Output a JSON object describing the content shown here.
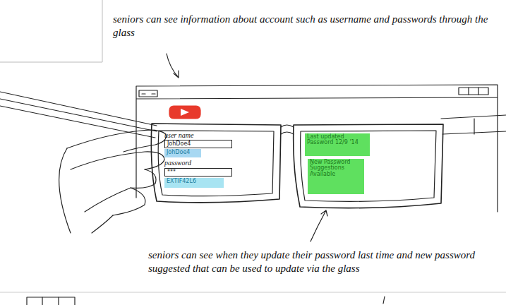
{
  "diagram": {
    "nodes": [
      {
        "text": [
          "JohDoe4"
        ]
      },
      {
        "text": [
          "JohDoe4"
        ]
      },
      {
        "text": [
          "***"
        ]
      },
      {
        "text": [
          "EXTIF42L6"
        ]
      },
      {
        "text": [
          "Last updated Password 12/9 '14"
        ]
      },
      {
        "text": [
          "New Password Suggestions Available"
        ]
      }
    ],
    "labels": [
      "seniors can see information about account such as username and passwords through the glass",
      "seniors can see when they update their password last time and new password suggested that can be used to update via the glass",
      "user name",
      "password"
    ]
  }
}
